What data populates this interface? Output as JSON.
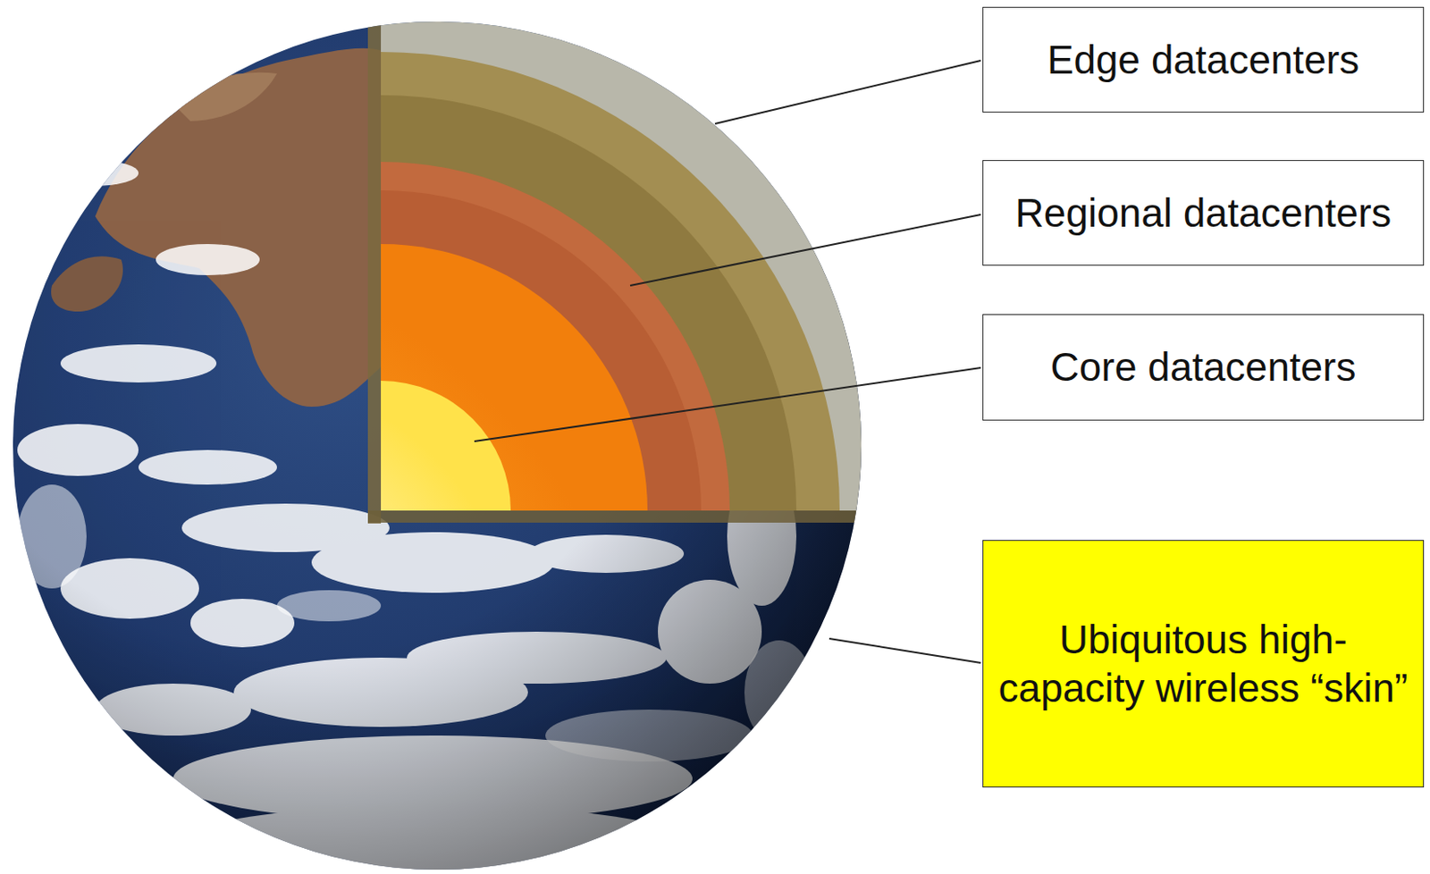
{
  "diagram": {
    "nodes": [
      {
        "text": [
          "Edge datacenters"
        ]
      },
      {
        "text": [
          "Regional datacenters"
        ]
      },
      {
        "text": [
          "Core datacenters"
        ]
      },
      {
        "text": [
          "Ubiquitous high-capacity wireless “skin”"
        ]
      }
    ]
  }
}
